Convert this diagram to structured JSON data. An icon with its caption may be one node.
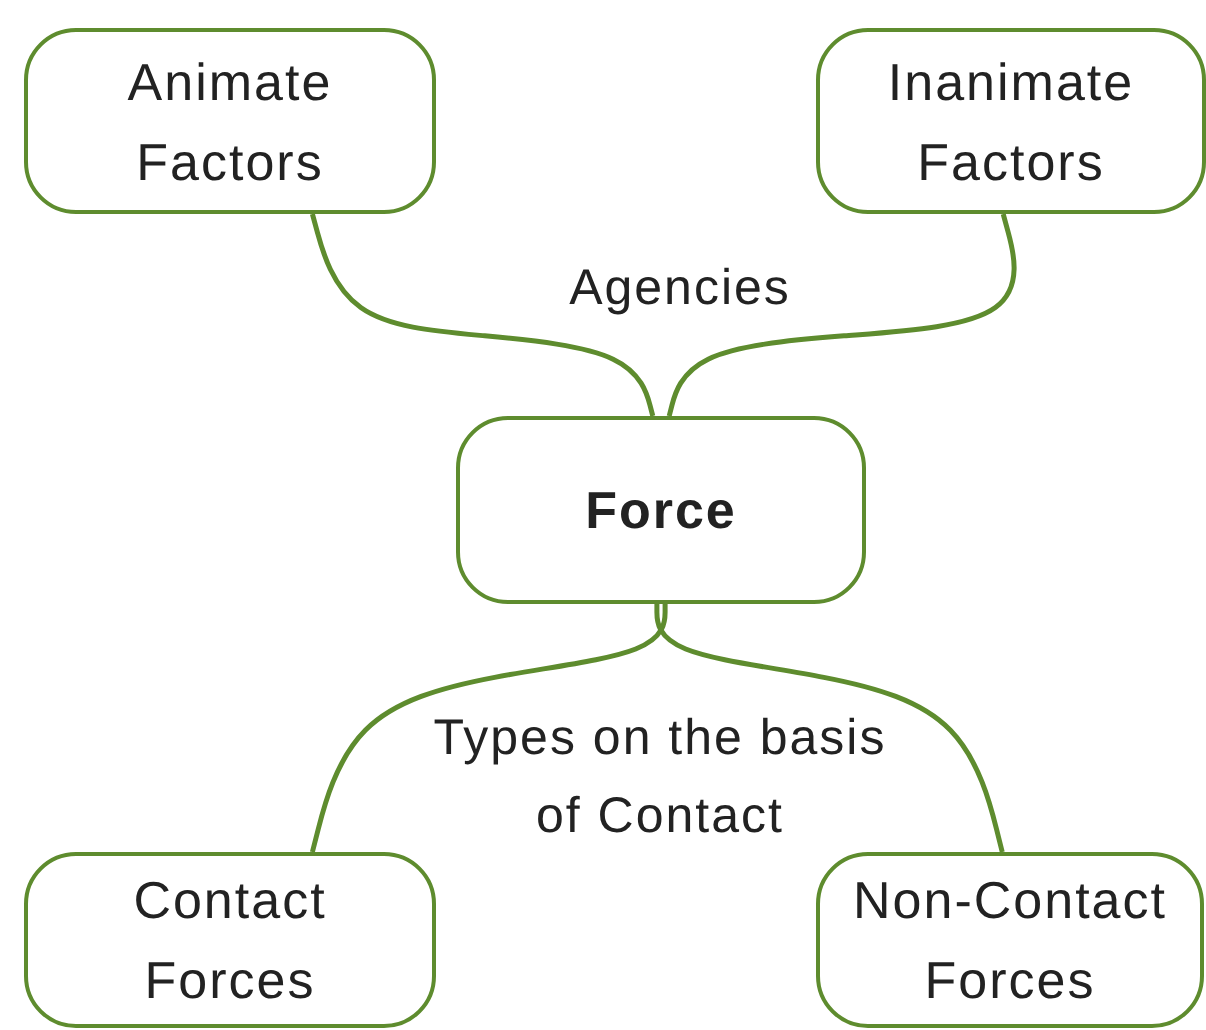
{
  "diagram": {
    "nodes": [
      {
        "text": [
          "Animate Factors"
        ]
      },
      {
        "text": [
          "Inanimate Factors"
        ]
      },
      {
        "text": [
          "Force"
        ]
      },
      {
        "text": [
          "Contact Forces"
        ]
      },
      {
        "text": [
          "Non-Contact Forces"
        ]
      }
    ],
    "edges": [
      {
        "from": 0,
        "to": 2,
        "arrow": "none"
      },
      {
        "from": 1,
        "to": 2,
        "arrow": "none"
      },
      {
        "from": 2,
        "to": 3,
        "arrow": "none"
      },
      {
        "from": 2,
        "to": 4,
        "arrow": "none"
      }
    ],
    "labels": [
      "Agencies",
      "Types on the basis of Contact"
    ]
  }
}
